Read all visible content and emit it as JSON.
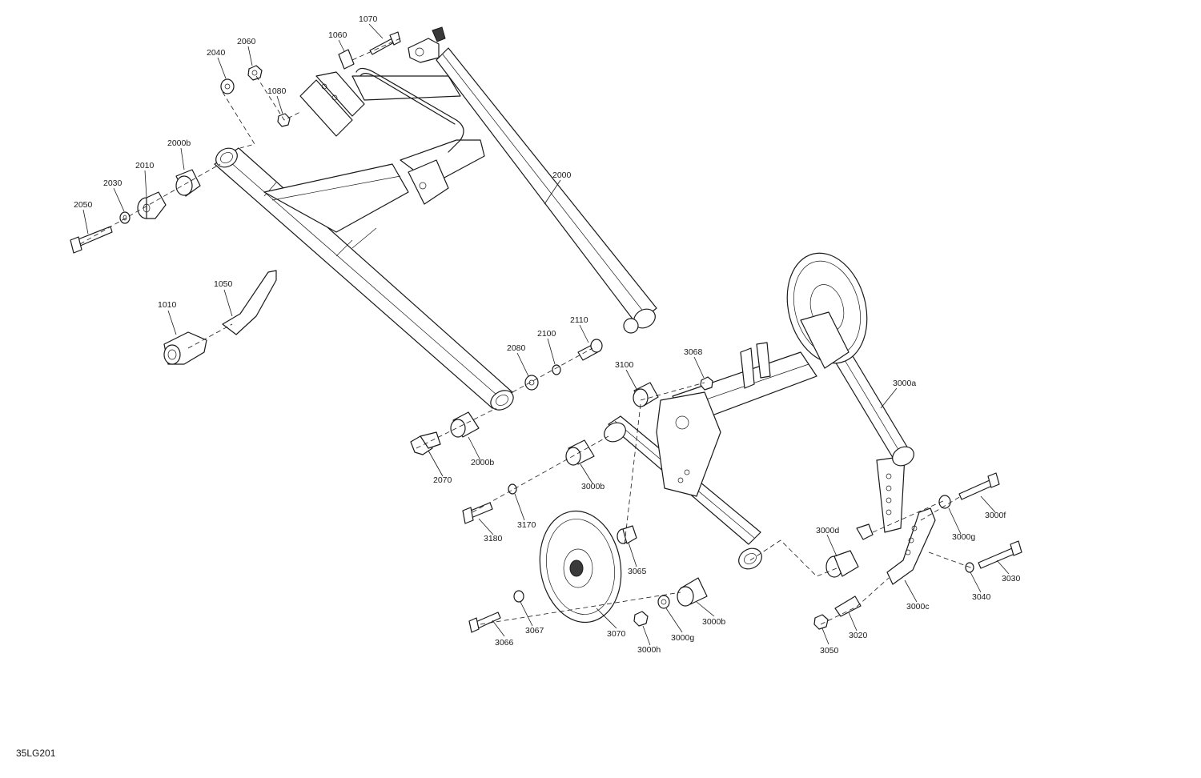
{
  "drawing_code": "35LG201",
  "callouts": [
    {
      "id": "1070",
      "label": "1070"
    },
    {
      "id": "1060",
      "label": "1060"
    },
    {
      "id": "2060",
      "label": "2060"
    },
    {
      "id": "2040",
      "label": "2040"
    },
    {
      "id": "1080",
      "label": "1080"
    },
    {
      "id": "2000b-top",
      "label": "2000b"
    },
    {
      "id": "2010",
      "label": "2010"
    },
    {
      "id": "2030",
      "label": "2030"
    },
    {
      "id": "2050",
      "label": "2050"
    },
    {
      "id": "2000",
      "label": "2000"
    },
    {
      "id": "1050",
      "label": "1050"
    },
    {
      "id": "1010",
      "label": "1010"
    },
    {
      "id": "2110",
      "label": "2110"
    },
    {
      "id": "2100",
      "label": "2100"
    },
    {
      "id": "2080",
      "label": "2080"
    },
    {
      "id": "3068",
      "label": "3068"
    },
    {
      "id": "3100",
      "label": "3100"
    },
    {
      "id": "3000a",
      "label": "3000a"
    },
    {
      "id": "2000b-bottom",
      "label": "2000b"
    },
    {
      "id": "2070",
      "label": "2070"
    },
    {
      "id": "3000b-upper",
      "label": "3000b"
    },
    {
      "id": "3170",
      "label": "3170"
    },
    {
      "id": "3180",
      "label": "3180"
    },
    {
      "id": "3000f",
      "label": "3000f"
    },
    {
      "id": "3000g-right",
      "label": "3000g"
    },
    {
      "id": "3000d",
      "label": "3000d"
    },
    {
      "id": "3030",
      "label": "3030"
    },
    {
      "id": "3040",
      "label": "3040"
    },
    {
      "id": "3000c",
      "label": "3000c"
    },
    {
      "id": "3065",
      "label": "3065"
    },
    {
      "id": "3070",
      "label": "3070"
    },
    {
      "id": "3067",
      "label": "3067"
    },
    {
      "id": "3066",
      "label": "3066"
    },
    {
      "id": "3000b-lower",
      "label": "3000b"
    },
    {
      "id": "3000g-lower",
      "label": "3000g"
    },
    {
      "id": "3000h",
      "label": "3000h"
    },
    {
      "id": "3020",
      "label": "3020"
    },
    {
      "id": "3050",
      "label": "3050"
    }
  ]
}
